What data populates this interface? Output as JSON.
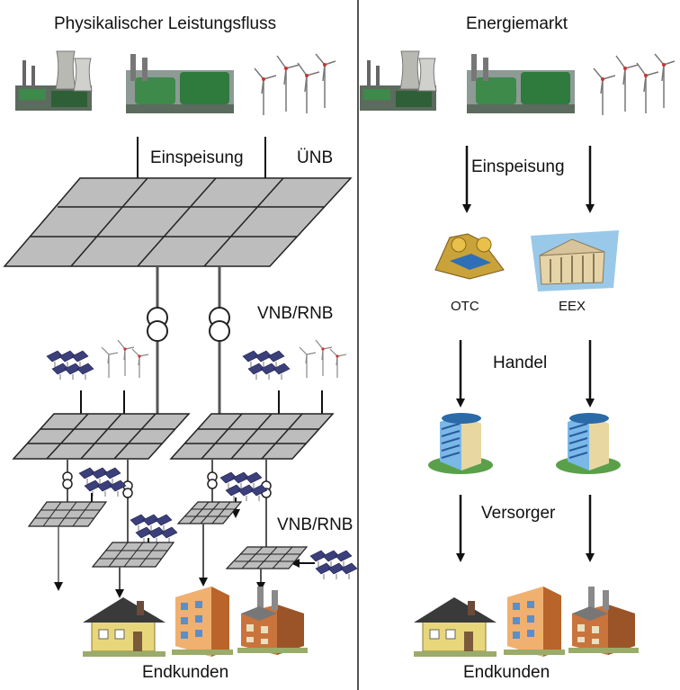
{
  "left": {
    "title": "Physikalischer Leistungsfluss",
    "feed_in": "Einspeisung",
    "tso": "ÜNB",
    "dso_upper": "VNB/RNB",
    "dso_lower": "VNB/RNB",
    "end_customers": "Endkunden"
  },
  "right": {
    "title": "Energiemarkt",
    "feed_in": "Einspeisung",
    "otc": "OTC",
    "eex": "EEX",
    "trade": "Handel",
    "supplier": "Versorger",
    "end_customers": "Endkunden"
  },
  "colors": {
    "grid_fill": "#bdbdbd",
    "grid_line": "#222222",
    "divider": "#555555",
    "plant_green": "#3e8a4a",
    "plant_grey": "#8e9a95",
    "solar_blue": "#3b3f7a",
    "building_blue": "#4a8fc9",
    "house_yellow": "#e8d77a",
    "roof_dark": "#3a3a3a",
    "apartment_orange": "#e08a3c",
    "factory_brick": "#c9743c"
  }
}
